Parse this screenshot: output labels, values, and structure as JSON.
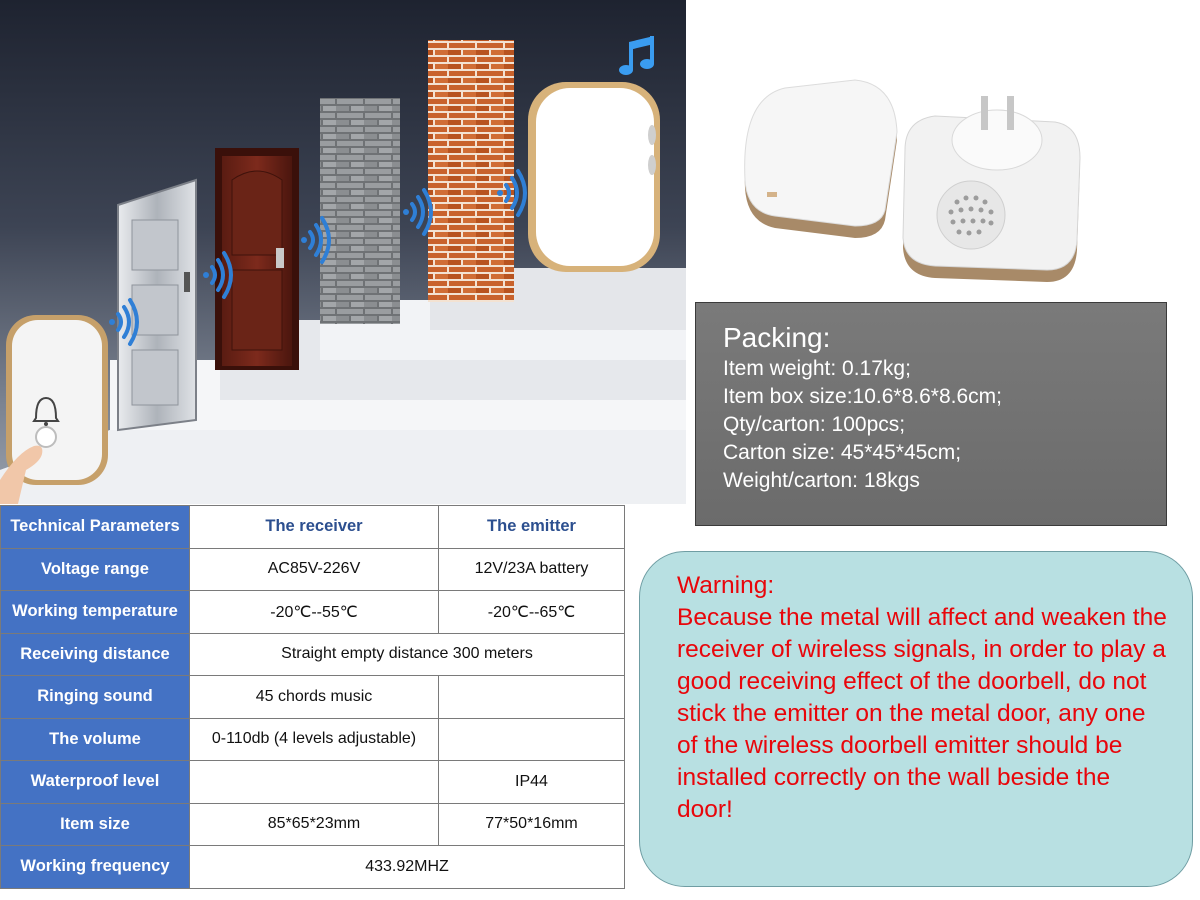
{
  "packing": {
    "title": "Packing:",
    "lines": [
      "Item weight: 0.17kg;",
      "Item box size:10.6*8.6*8.6cm;",
      "Qty/carton: 100pcs;",
      "Carton size: 45*45*45cm;",
      "Weight/carton: 18kgs"
    ]
  },
  "warning": {
    "title": "Warning:",
    "body": "Because the metal will affect and weaken the receiver of wireless signals, in order to play a good receiving effect of the doorbell, do not stick the emitter on the metal door, any one of the wireless doorbell emitter should be installed correctly on the wall beside the door!"
  },
  "table": {
    "header": [
      "Technical Parameters",
      "The receiver",
      "The emitter"
    ],
    "rows": [
      {
        "label": "Voltage range",
        "receiver": "AC85V-226V",
        "emitter": "12V/23A battery"
      },
      {
        "label": "Working temperature",
        "receiver": "-20℃--55℃",
        "emitter": "-20℃--65℃"
      },
      {
        "label": "Receiving distance",
        "both": "Straight empty distance 300 meters"
      },
      {
        "label": "Ringing sound",
        "receiver": "45 chords music",
        "emitter": ""
      },
      {
        "label": "The volume",
        "receiver": "0-110db (4 levels adjustable)",
        "emitter": ""
      },
      {
        "label": "Waterproof level",
        "receiver": "",
        "emitter": "IP44"
      },
      {
        "label": "Item size",
        "receiver": "85*65*23mm",
        "emitter": "77*50*16mm"
      },
      {
        "label": "Working frequency",
        "both": "433.92MHZ"
      }
    ]
  },
  "colors": {
    "table_header": "#4472c4",
    "warning_text": "#e8060b",
    "warning_bg": "#b8e0e2",
    "packing_bg": "#6b6b6b"
  },
  "icons": [
    "bell-icon",
    "music-note-icon",
    "wireless-signal-icon"
  ]
}
